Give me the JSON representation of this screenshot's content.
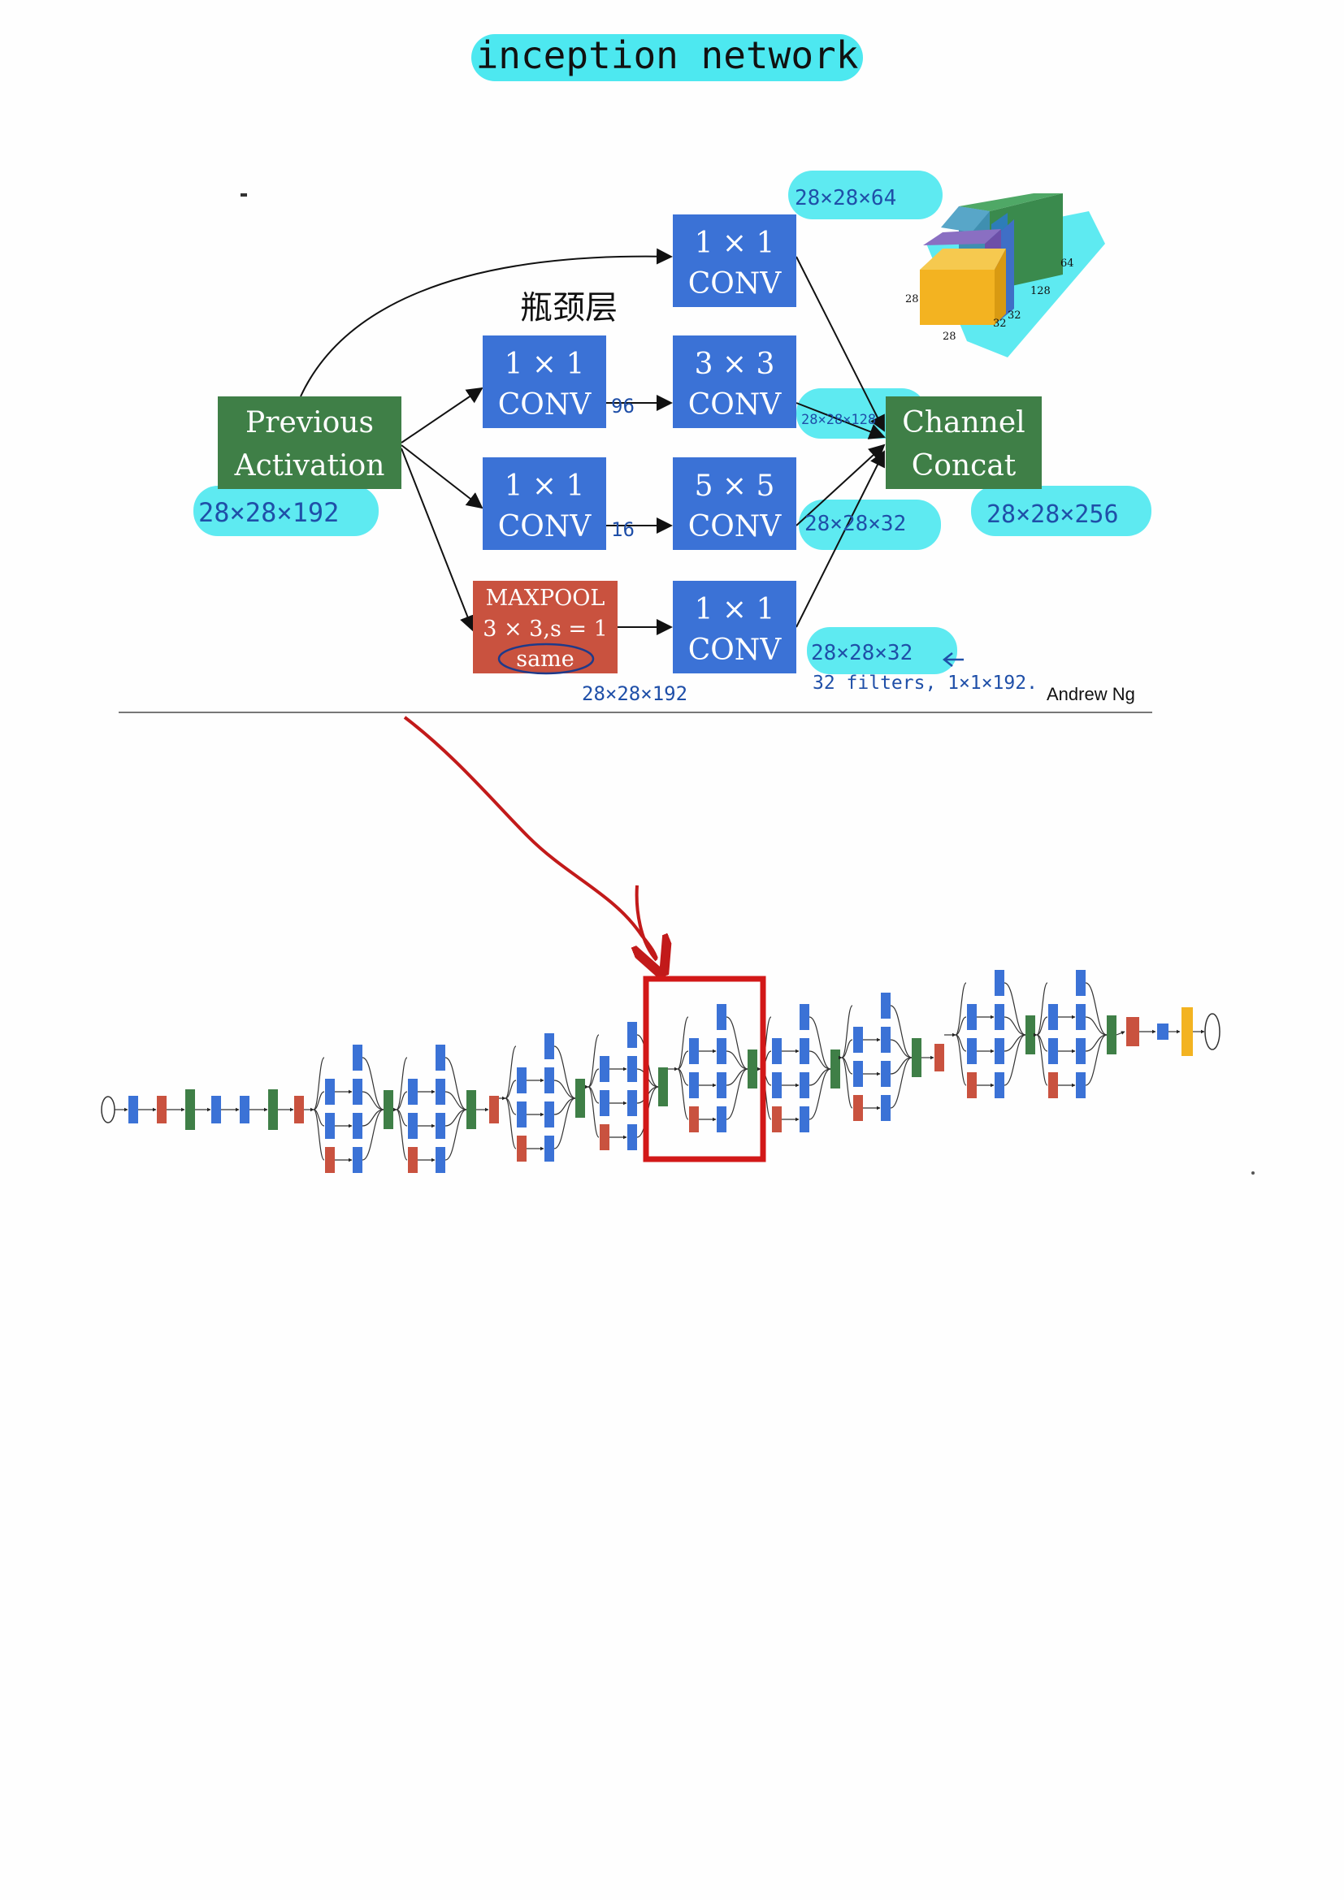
{
  "title": "inception network",
  "module": {
    "prev_label": [
      "Previous",
      "Activation"
    ],
    "conv1x1_label": [
      "1 × 1",
      "CONV"
    ],
    "conv3x3_label": [
      "3 × 3",
      "CONV"
    ],
    "conv5x5_label": [
      "5 × 5",
      "CONV"
    ],
    "maxpool_label": [
      "MAXPOOL",
      "3 × 3,s = 1",
      "same"
    ],
    "concat_label": [
      "Channel",
      "Concat"
    ],
    "credit": "Andrew Ng"
  },
  "annotations": {
    "bottleneck": "瓶颈层",
    "prev_dims": "28×28×192",
    "out_1x1": "28×28×64",
    "out_3x3": "28×28×128",
    "out_5x5": "28×28×32",
    "out_pool": "28×28×32",
    "concat_dims": "28×28×256",
    "ch_96": "96",
    "ch_16": "16",
    "pool_dims": "28×28×192",
    "filters_note": "32 filters, 1×1×192."
  },
  "volume_labels": [
    "64",
    "128",
    "32",
    "32",
    "28",
    "28"
  ],
  "colors": {
    "conv_blue": "#3b72d6",
    "prev_green": "#3f7f47",
    "pool_red": "#c9523f",
    "highlight_cyan": "#4de8f0",
    "arrow_red": "#c21a1a",
    "volume_yellow": "#f3b321",
    "volume_purple": "#6d4fa8",
    "volume_teal": "#3f8fb0"
  }
}
